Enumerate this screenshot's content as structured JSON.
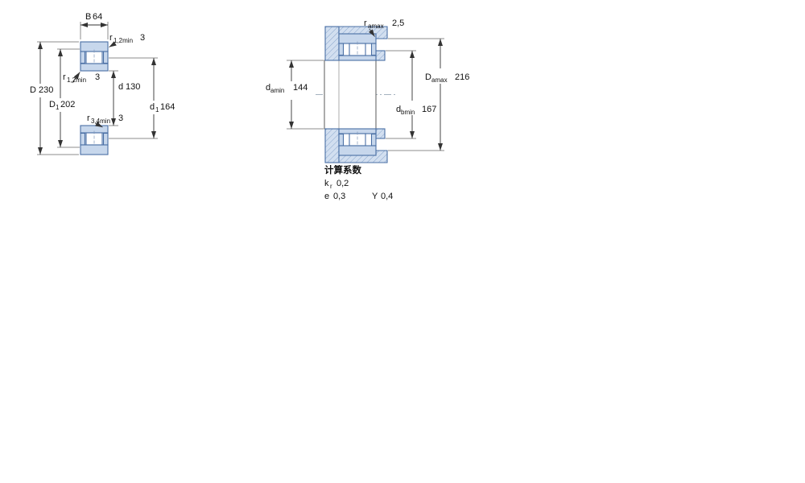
{
  "left_view": {
    "B": {
      "sym": "B",
      "val": "64"
    },
    "r12_top": {
      "sym": "r",
      "sub": "1,2min",
      "val": "3"
    },
    "r12_mid": {
      "sym": "r",
      "sub": "1,2min",
      "val": "3"
    },
    "r34": {
      "sym": "r",
      "sub": "3,4min",
      "val": "3"
    },
    "D": {
      "sym": "D",
      "val": "230"
    },
    "D1": {
      "sym": "D",
      "sub": "1",
      "val": "202"
    },
    "d": {
      "sym": "d",
      "val": "130"
    },
    "d1": {
      "sym": "d",
      "sub": "1",
      "val": "164"
    }
  },
  "right_view": {
    "ra": {
      "sym": "r",
      "sub": "amax",
      "val": "2,5"
    },
    "da": {
      "sym": "d",
      "sub": "amin",
      "val": "144"
    },
    "Da": {
      "sym": "D",
      "sub": "amax",
      "val": "216"
    },
    "db": {
      "sym": "d",
      "sub": "bmin",
      "val": "167"
    }
  },
  "factors": {
    "heading": "计算系数",
    "kr": {
      "sym": "k",
      "sub": "r",
      "val": "0,2"
    },
    "e": {
      "sym": "e",
      "val": "0,3"
    },
    "Y": {
      "sym": "Y",
      "val": "0,4"
    }
  },
  "colors": {
    "part_fill": "#c7d7ec",
    "part_stroke": "#4a6fa5",
    "dim_line": "#333333",
    "background": "#ffffff"
  }
}
